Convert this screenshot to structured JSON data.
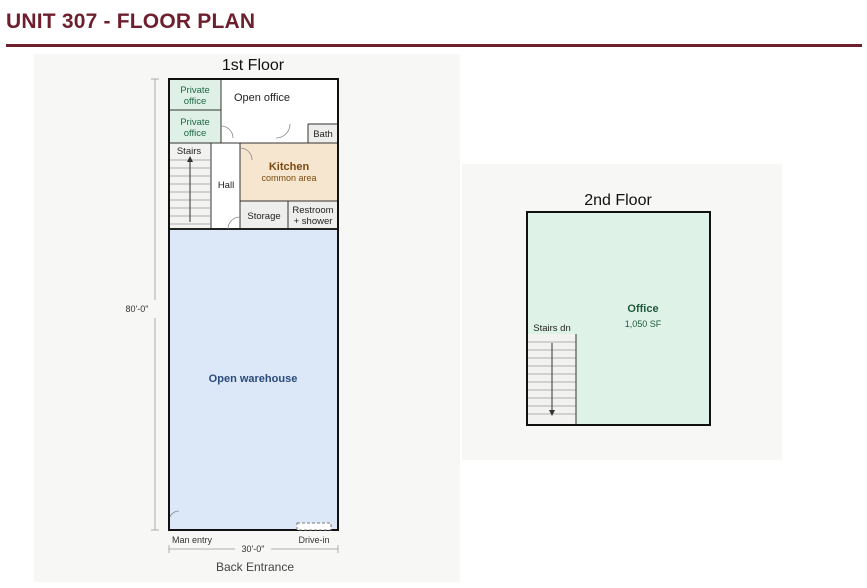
{
  "header": {
    "title": "UNIT 307 - FLOOR PLAN"
  },
  "floor1": {
    "title": "1st Floor",
    "rooms": {
      "private_office_1": [
        "Private",
        "office"
      ],
      "private_office_2": [
        "Private",
        "office"
      ],
      "open_office": "Open office",
      "bath": "Bath",
      "stairs": "Stairs",
      "hall": "Hall",
      "kitchen": "Kitchen",
      "kitchen_sub": "common area",
      "storage": "Storage",
      "restroom": [
        "Restroom",
        "+ shower"
      ],
      "open_warehouse": "Open warehouse"
    },
    "dimensions": {
      "depth": "80'-0\"",
      "width": "30'-0\""
    },
    "entries": {
      "man_entry": "Man entry",
      "drive_in": "Drive-in"
    },
    "caption": "Back Entrance"
  },
  "floor2": {
    "title": "2nd Floor",
    "office": "Office",
    "office_area": "1,050 SF",
    "stairs": "Stairs dn"
  },
  "colors": {
    "accent": "#6e1f2e",
    "private_office": "#dff0e6",
    "kitchen": "#f6e6cf",
    "warehouse": "#dce8f7",
    "office_2nd": "#dff2e8",
    "service": "#eeeeec"
  }
}
